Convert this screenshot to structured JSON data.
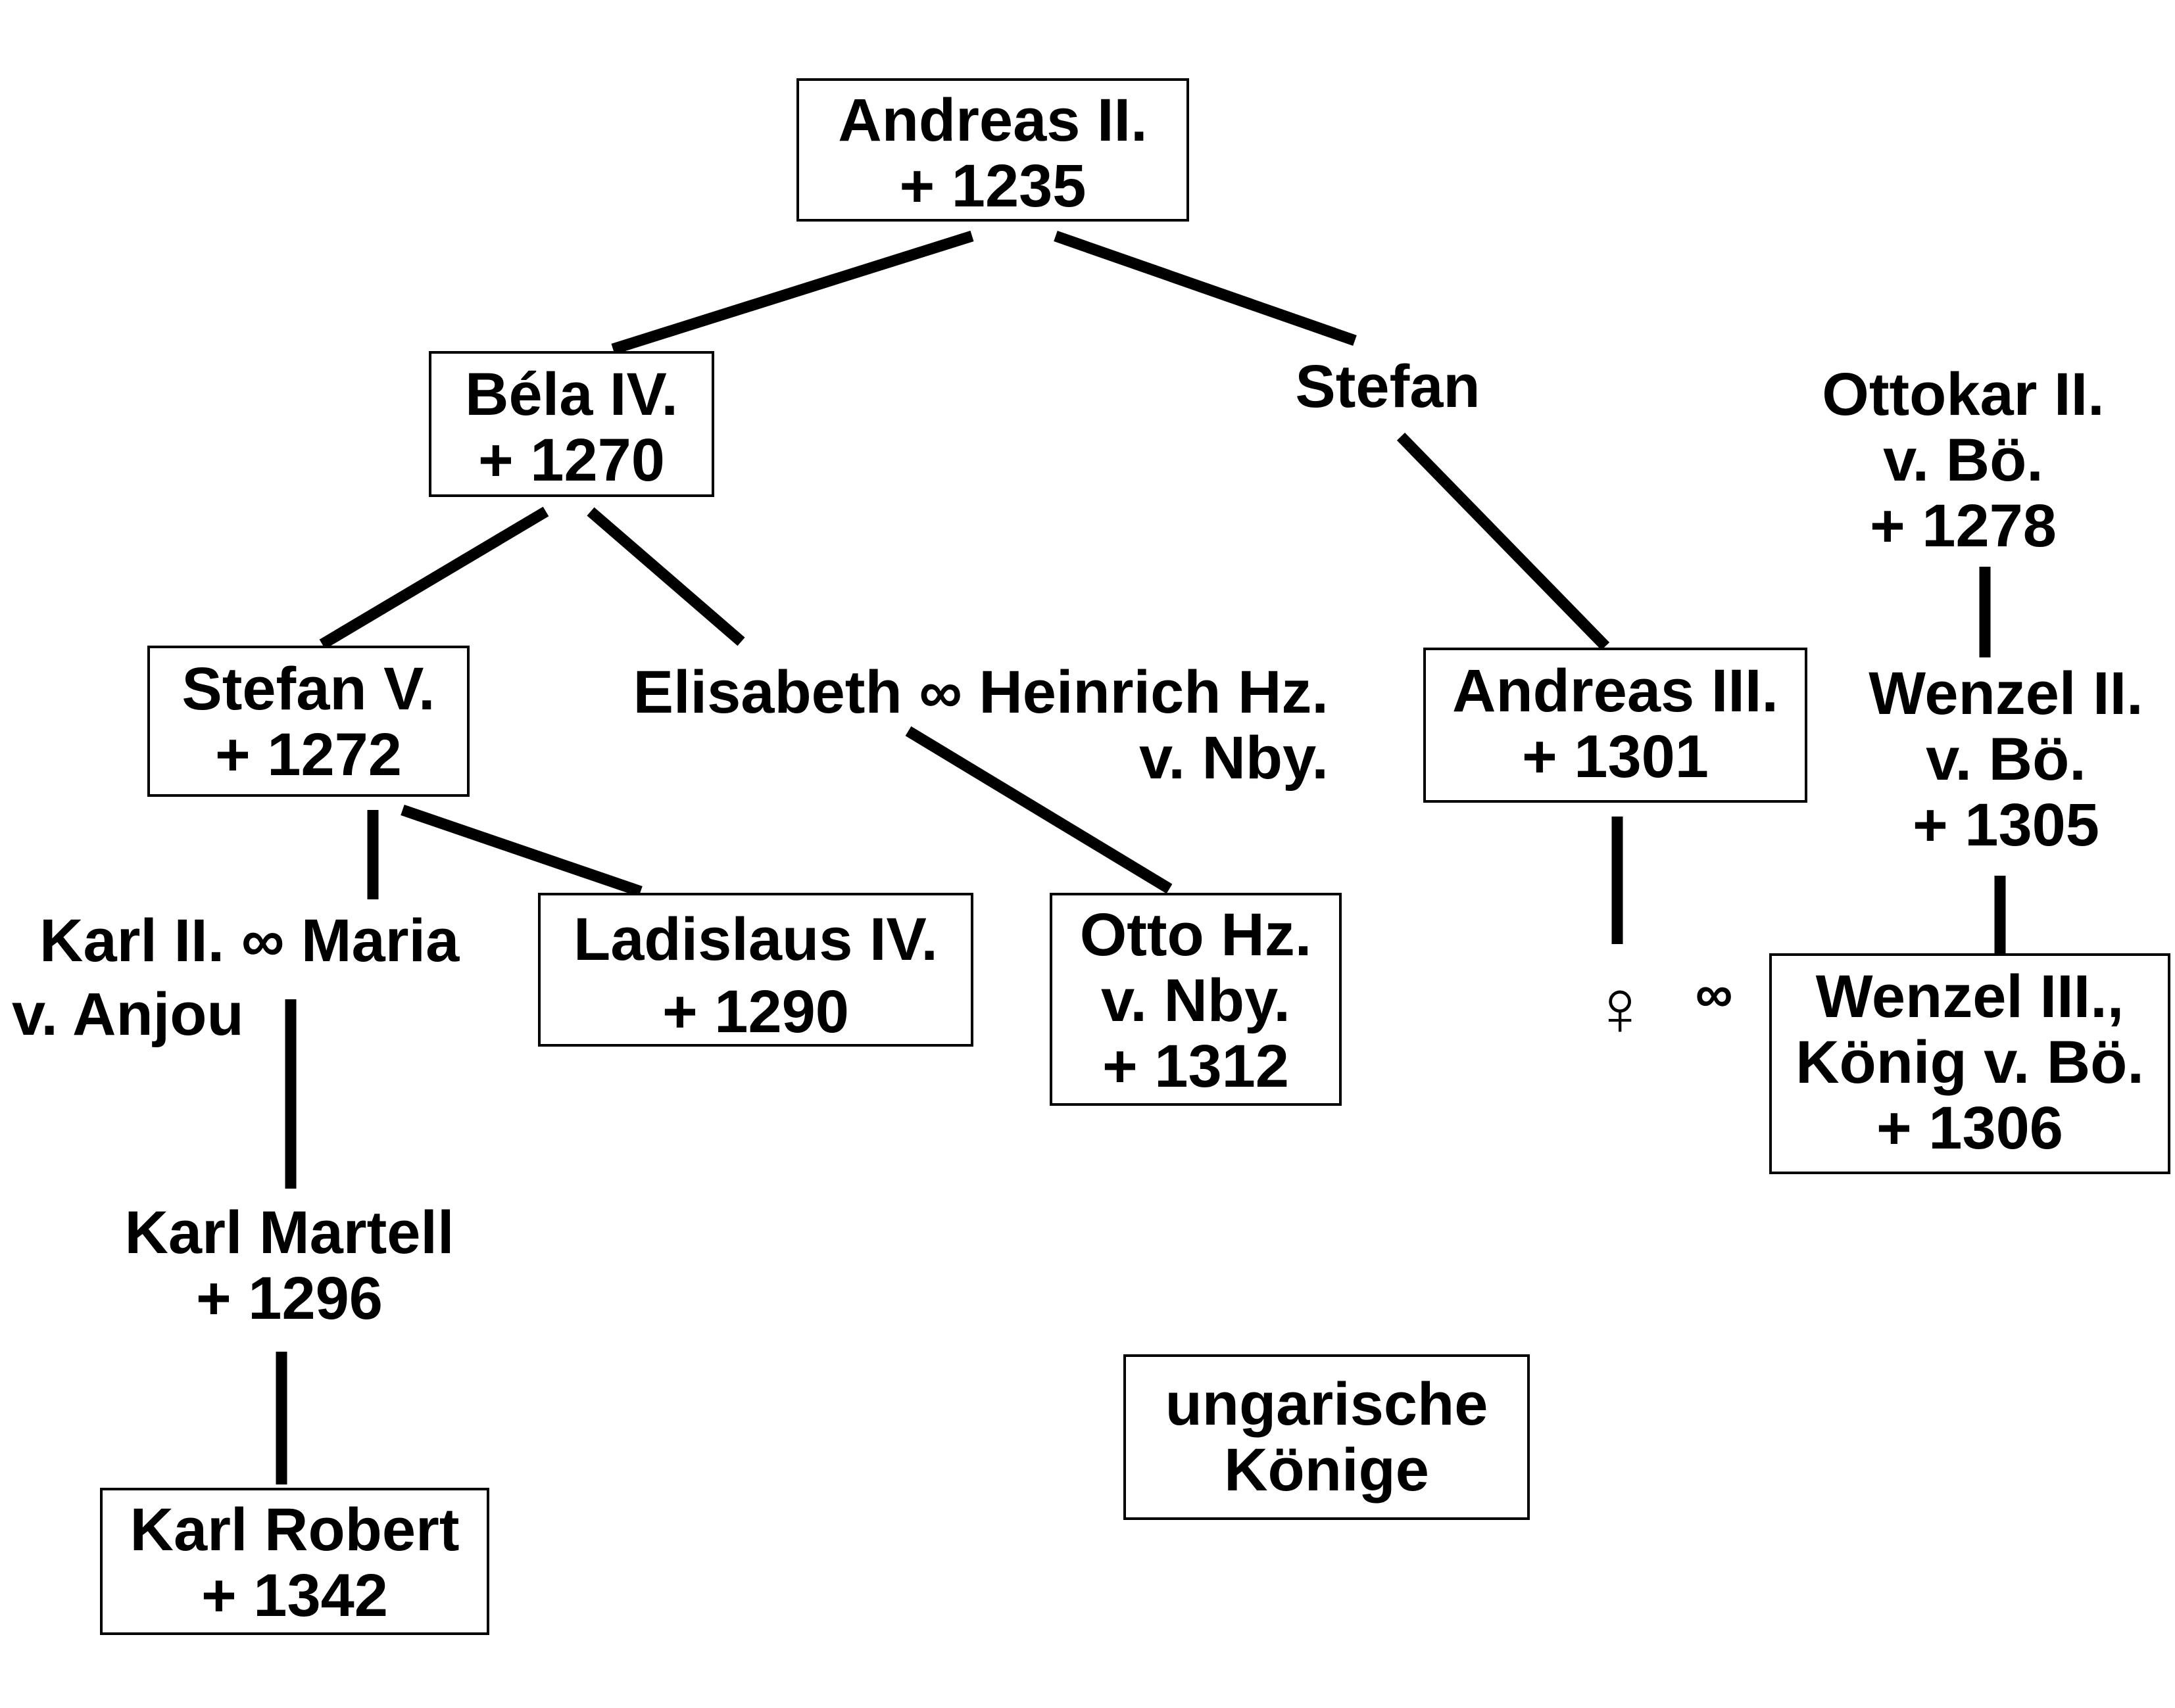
{
  "andreas_ii": {
    "name": "Andreas II.",
    "death": "+ 1235"
  },
  "bela_iv": {
    "name": "Béla IV.",
    "death": "+ 1270"
  },
  "stefan": {
    "name": "Stefan"
  },
  "ottokar_ii": {
    "name": "Ottokar II.",
    "title": "v. Bö.",
    "death": "+ 1278"
  },
  "stefan_v": {
    "name": "Stefan V.",
    "death": "+ 1272"
  },
  "elisabeth": {
    "line1": "Elisabeth ∞ Heinrich Hz.",
    "line2": "v. Nby."
  },
  "andreas_iii": {
    "name": "Andreas III.",
    "death": "+ 1301"
  },
  "wenzel_ii": {
    "name": "Wenzel II.",
    "title": "v. Bö.",
    "death": "+ 1305"
  },
  "karl_ii": {
    "line1": "Karl II. ∞ Maria",
    "line2": "v. Anjou"
  },
  "ladislaus_iv": {
    "name": "Ladislaus IV.",
    "death": "+ 1290"
  },
  "otto": {
    "name": "Otto Hz.",
    "title": "v. Nby.",
    "death": "+ 1312"
  },
  "daughter": {
    "symbol": "♀",
    "marriage": "∞"
  },
  "wenzel_iii": {
    "name": "Wenzel III.,",
    "title": "König v. Bö.",
    "death": "+ 1306"
  },
  "karl_martell": {
    "name": "Karl Martell",
    "death": "+ 1296"
  },
  "karl_robert": {
    "name": "Karl Robert",
    "death": "+ 1342"
  },
  "legend": {
    "line1": "ungarische",
    "line2": "Könige"
  }
}
